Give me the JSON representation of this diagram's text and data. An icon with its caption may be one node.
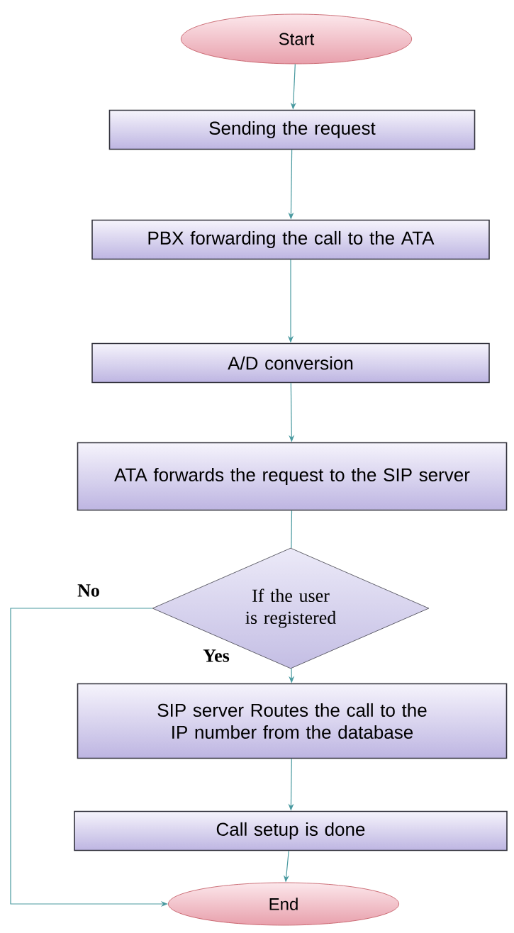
{
  "diagram": {
    "nodes": [
      {
        "text": [
          "Start"
        ]
      },
      {
        "text": [
          "Sending the request"
        ]
      },
      {
        "text": [
          "PBX forwarding the call to the ATA"
        ]
      },
      {
        "text": [
          "A/D conversion"
        ]
      },
      {
        "text": [
          "ATA forwards the request to the SIP server"
        ]
      },
      {
        "text": [
          "If the user is registered"
        ]
      },
      {
        "text": [
          "SIP server Routes the call to the IP number from the database"
        ]
      },
      {
        "text": [
          "Call setup is done"
        ]
      },
      {
        "text": [
          "End"
        ]
      }
    ],
    "edges": [
      {
        "from": 0,
        "to": 1,
        "arrow": "to"
      },
      {
        "from": 1,
        "to": 2,
        "arrow": "to"
      },
      {
        "from": 2,
        "to": 3,
        "arrow": "to"
      },
      {
        "from": 3,
        "to": 4,
        "arrow": "to"
      },
      {
        "from": 4,
        "to": 5,
        "arrow": "none"
      },
      {
        "from": 5,
        "to": 6,
        "arrow": "to",
        "label": "Yes"
      },
      {
        "from": 6,
        "to": 7,
        "arrow": "to"
      },
      {
        "from": 7,
        "to": 8,
        "arrow": "to"
      },
      {
        "from": 5,
        "to": 8,
        "arrow": "to",
        "label": "No"
      }
    ]
  }
}
